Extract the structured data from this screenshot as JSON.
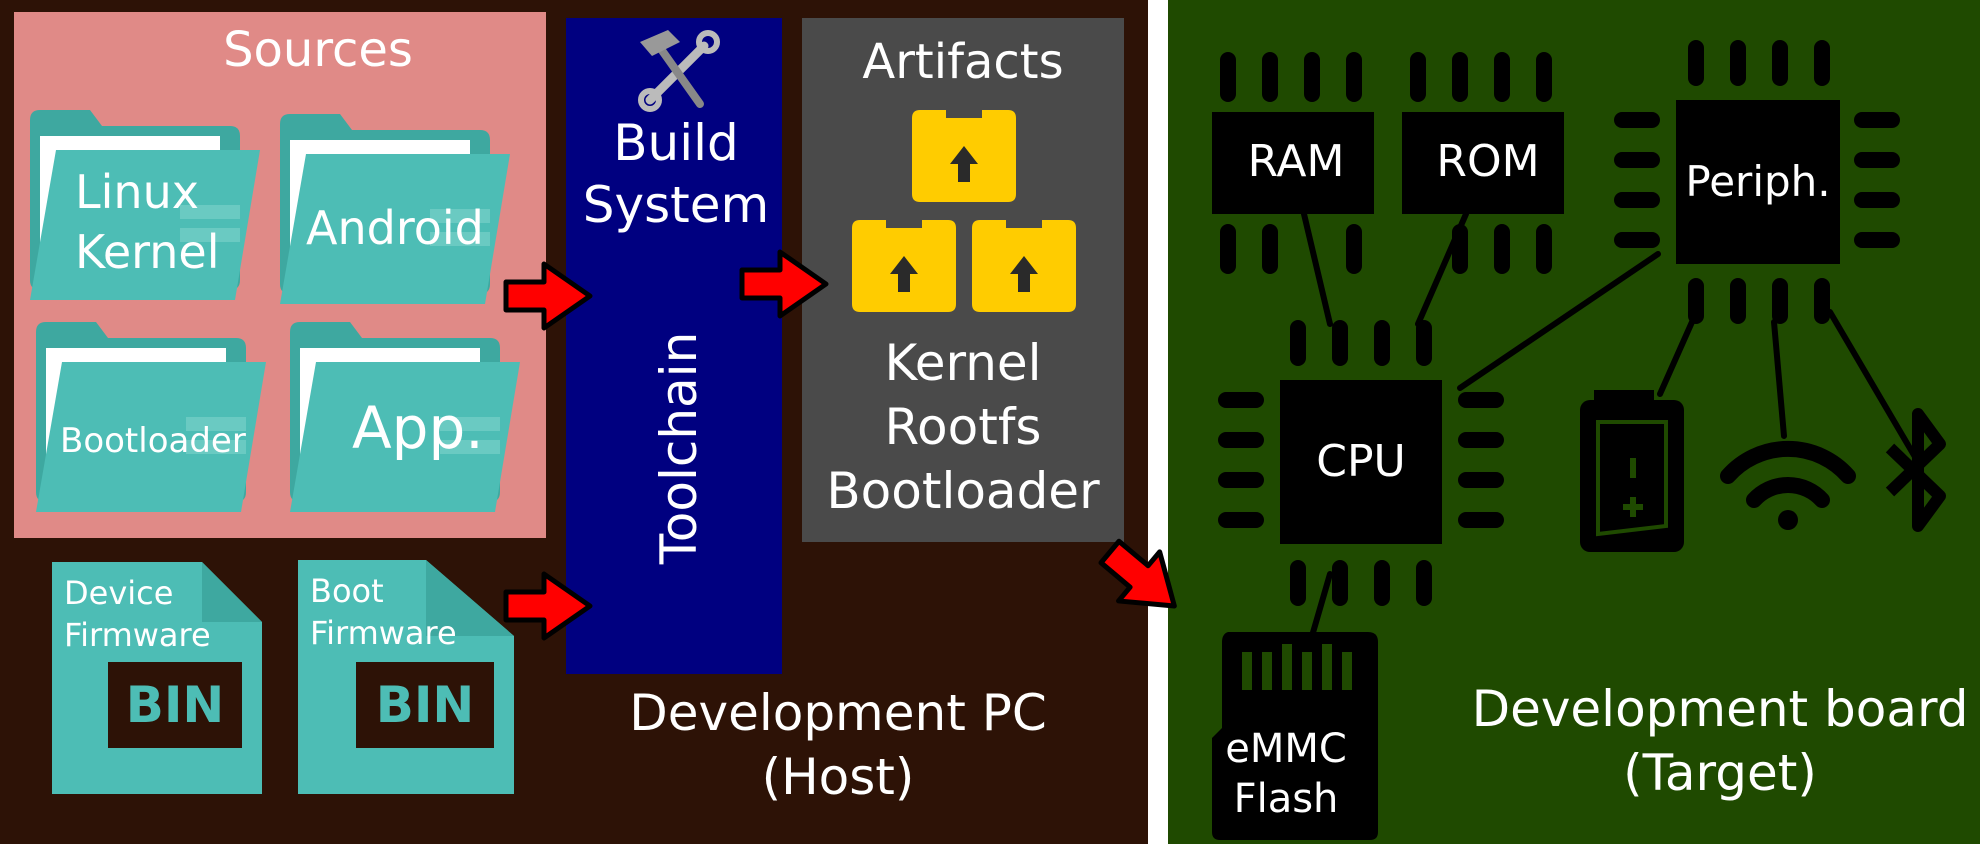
{
  "host": {
    "title": "Development PC",
    "subtitle": "(Host)",
    "sources": {
      "title": "Sources",
      "folders": [
        {
          "line1": "Linux",
          "line2": "Kernel"
        },
        {
          "line1": "Android"
        },
        {
          "line1": "Bootloader"
        },
        {
          "line1": "App."
        }
      ]
    },
    "firmware": [
      {
        "line1": "Device",
        "line2": "Firmware",
        "badge": "BIN"
      },
      {
        "line1": "Boot",
        "line2": "Firmware",
        "badge": "BIN"
      }
    ],
    "build_system": {
      "line1": "Build",
      "line2": "System",
      "toolchain": "Toolchain",
      "icon": "tools-icon"
    },
    "artifacts": {
      "title": "Artifacts",
      "items": [
        "Kernel",
        "Rootfs",
        "Bootloader"
      ],
      "icon": "upload-box-icon"
    }
  },
  "target": {
    "title": "Development board",
    "subtitle": "(Target)",
    "chips": {
      "ram": "RAM",
      "rom": "ROM",
      "periph": "Periph.",
      "cpu": "CPU"
    },
    "storage": {
      "line1": "eMMC",
      "line2": "Flash"
    },
    "peripherals": [
      "battery-icon",
      "wifi-icon",
      "bluetooth-icon"
    ]
  },
  "colors": {
    "host_bg": "#2d1206",
    "target_bg": "#1f4a00",
    "sources_bg": "#e08a87",
    "build_bg": "#000080",
    "artifacts_bg": "#4a4a4a",
    "folder": "#4dbdb5",
    "box": "#ffcc00",
    "arrow": "#ff0000"
  }
}
